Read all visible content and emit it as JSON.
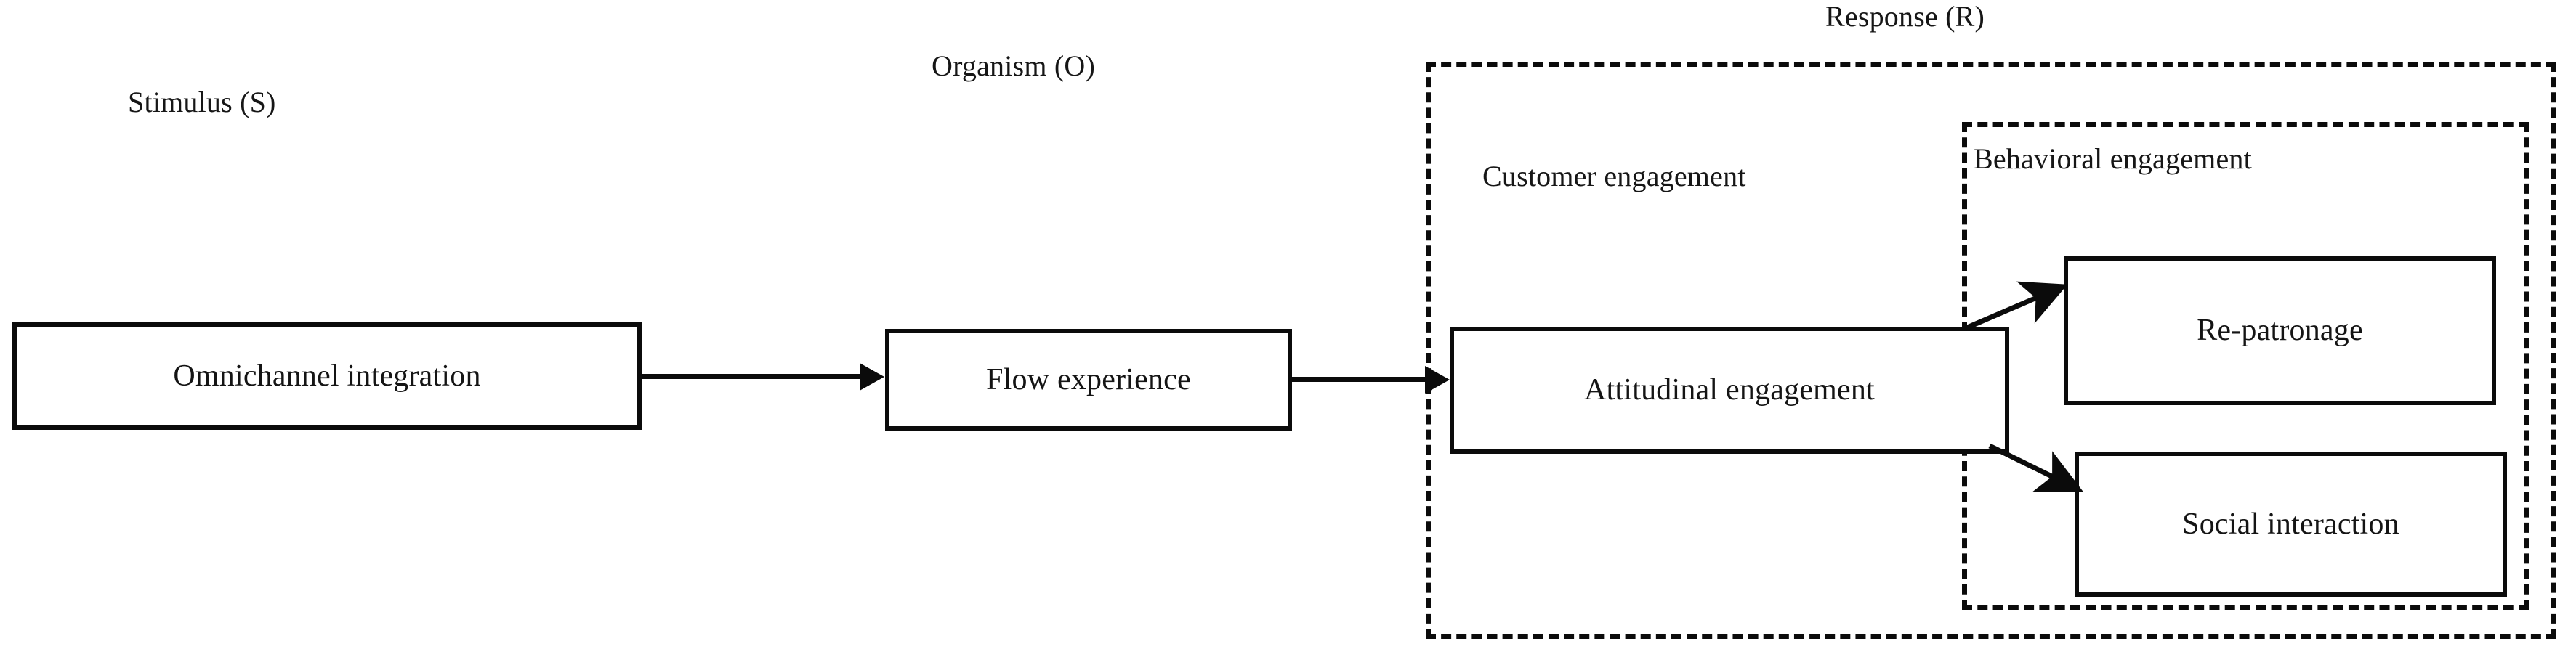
{
  "diagram": {
    "title": "Stimulus-Organism-Response conceptual framework",
    "background_color": "#ffffff",
    "line_color": "#0b0b0b",
    "text_color": "#141414"
  },
  "captions": {
    "stimulus": "Stimulus (S)",
    "organism": "Organism (O)",
    "response": "Response (R)",
    "customer_engagement": "Customer engagement",
    "behavioral_engagement": "Behavioral engagement"
  },
  "boxes": {
    "omnichannel_integration": "Omnichannel integration",
    "flow_experience": "Flow experience",
    "attitudinal_engagement": "Attitudinal engagement",
    "re_patronage": "Re-patronage",
    "social_interaction": "Social interaction"
  },
  "flow": {
    "sequence": [
      "Omnichannel integration",
      "Flow experience",
      "Attitudinal engagement",
      "Re-patronage",
      "Social interaction"
    ],
    "arrows": [
      {
        "from": "Omnichannel integration",
        "to": "Flow experience",
        "style": "solid-straight"
      },
      {
        "from": "Flow experience",
        "to": "Attitudinal engagement",
        "style": "solid-straight"
      },
      {
        "from": "Attitudinal engagement",
        "to": "Re-patronage",
        "style": "solid-diagonal-up"
      },
      {
        "from": "Attitudinal engagement",
        "to": "Social interaction",
        "style": "solid-diagonal-down"
      }
    ],
    "groupings": [
      {
        "region": "Response (R)",
        "contains": [
          "Customer engagement",
          "Attitudinal engagement",
          "Behavioral engagement"
        ]
      },
      {
        "region": "Behavioral engagement",
        "contains": [
          "Re-patronage",
          "Social interaction"
        ]
      }
    ]
  }
}
